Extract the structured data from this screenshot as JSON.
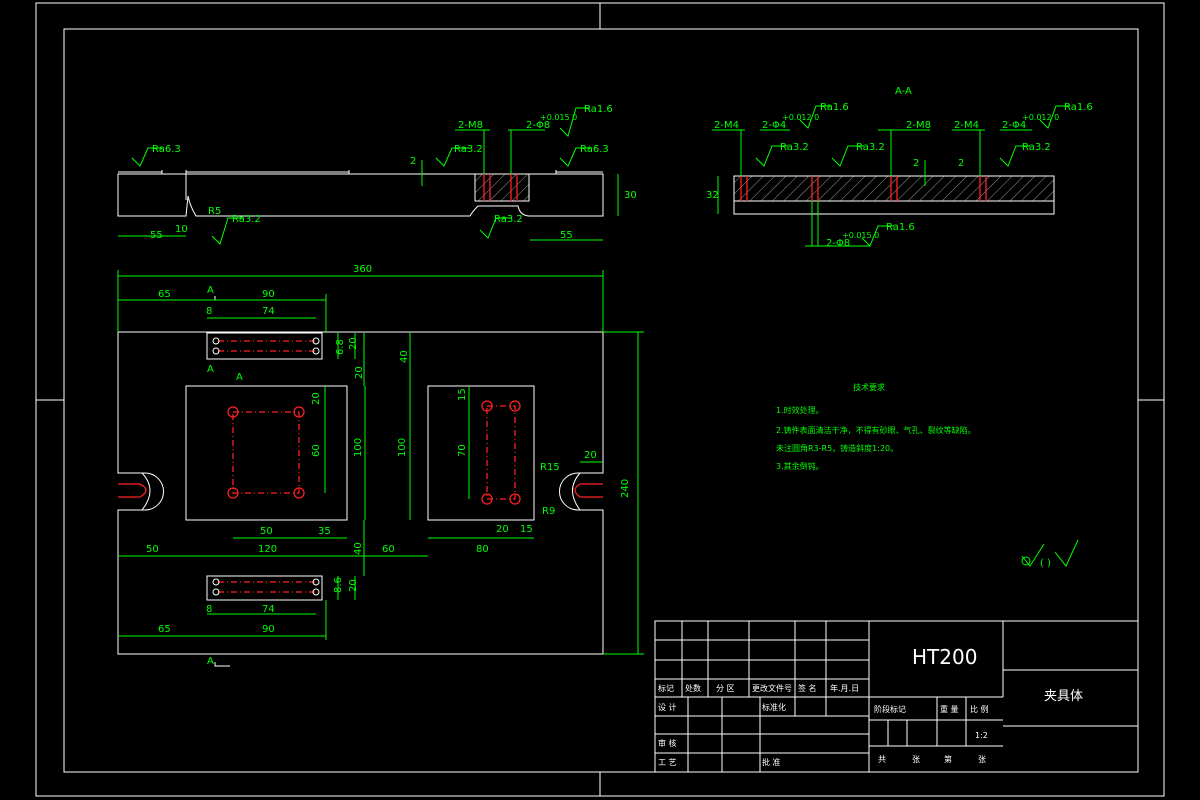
{
  "drawing": {
    "section_title": "A-A",
    "section_marker": "A",
    "material": "HT200",
    "part_name": "夹具体",
    "scale": "1:2",
    "tech_requirements": {
      "heading": "技术要求",
      "items": [
        "1.时效处理。",
        "2.铸件表面清洁干净，不得有砂眼、气孔、裂纹等缺陷。",
        "  未注圆角R3-R5，铸造斜度1:20。",
        "3.其余倒钝。"
      ]
    },
    "roughness_symbol_label": "( )",
    "front_view": {
      "labels": {
        "thread_m8": "2-M8",
        "hole_phi8": "2-Φ8",
        "tol_phi8": "+0.015 0",
        "dim_2": "2",
        "dim_30": "30",
        "dim_55_left": "55",
        "dim_55_right": "55",
        "dim_10": "10",
        "r5": "R5",
        "ra63_left": "Ra6.3",
        "ra63_right": "Ra6.3",
        "ra32_top": "Ra3.2",
        "ra32_slot": "Ra3.2",
        "ra32_bottom": "Ra3.2",
        "ra16": "Ra1.6"
      }
    },
    "section_view": {
      "labels": {
        "m4_left": "2-M4",
        "phi4_left": "2-Φ4",
        "tol_phi4_left": "+0.012 0",
        "ra16_left": "Ra1.6",
        "m8": "2-M8",
        "m4_right": "2-M4",
        "phi4_right": "2-Φ4",
        "tol_phi4_right": "+0.012 0",
        "ra16_right": "Ra1.6",
        "ra32_left": "Ra3.2",
        "ra32_mid": "Ra3.2",
        "ra32_right": "Ra3.2",
        "dim_32": "32",
        "dim_2a": "2",
        "dim_2b": "2",
        "phi8_bottom": "2-Φ8",
        "tol_phi8_bottom": "+0.015 0",
        "ra16_bottom": "Ra1.6"
      }
    },
    "plan_view": {
      "dims": {
        "d360": "360",
        "d65_top": "65",
        "d90_top": "90",
        "d8_top": "8",
        "d74_top": "74",
        "d68_top": "6.8",
        "d20_top": "20",
        "d40": "40",
        "d20b": "20",
        "d20c": "20",
        "d60": "60",
        "d100a": "100",
        "d100b": "100",
        "d15": "15",
        "d70": "70",
        "d50a": "50",
        "d35": "35",
        "d50b": "50",
        "d120": "120",
        "d40b": "40",
        "d60b": "60",
        "d80": "80",
        "d20d": "20",
        "d15b": "15",
        "d20e": "20",
        "r15": "R15",
        "r9": "R9",
        "d240": "240",
        "d86_bottom": "8.6",
        "d20_bottom": "20",
        "d8_bottom": "8",
        "d74_bottom": "74",
        "d65_bottom": "65",
        "d90_bottom": "90"
      }
    },
    "title_block": {
      "r1": [
        "标记",
        "处数",
        "分 区",
        "更改文件号",
        "签 名",
        "年.月.日"
      ],
      "design": "设 计",
      "standard": "标准化",
      "stage": "阶段标记",
      "weight": "重 量",
      "scale_label": "比 例",
      "review": "审 核",
      "process": "工 艺",
      "approve": "批 准",
      "sheets": [
        "共",
        "张",
        "第",
        "张"
      ]
    }
  }
}
